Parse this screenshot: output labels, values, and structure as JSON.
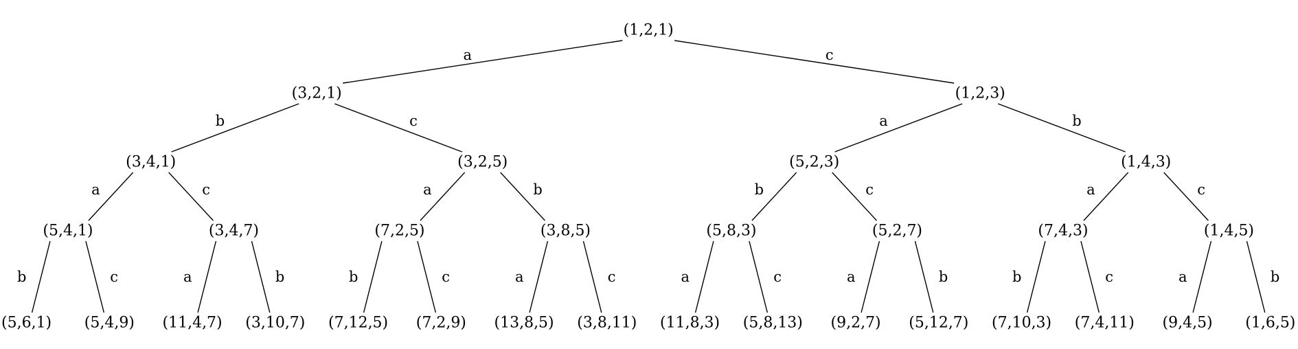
{
  "diagram": {
    "type": "binary-tree",
    "colors": {
      "line": "#000000",
      "text": "#000000",
      "background": "#ffffff"
    },
    "root": {
      "label": "(1,2,1)",
      "children": [
        {
          "edge": "a",
          "label": "(3,2,1)",
          "children": [
            {
              "edge": "b",
              "label": "(3,4,1)",
              "children": [
                {
                  "edge": "a",
                  "label": "(5,4,1)",
                  "children": [
                    {
                      "edge": "b",
                      "label": "(5,6,1)"
                    },
                    {
                      "edge": "c",
                      "label": "(5,4,9)"
                    }
                  ]
                },
                {
                  "edge": "c",
                  "label": "(3,4,7)",
                  "children": [
                    {
                      "edge": "a",
                      "label": "(11,4,7)"
                    },
                    {
                      "edge": "b",
                      "label": "(3,10,7)"
                    }
                  ]
                }
              ]
            },
            {
              "edge": "c",
              "label": "(3,2,5)",
              "children": [
                {
                  "edge": "a",
                  "label": "(7,2,5)",
                  "children": [
                    {
                      "edge": "b",
                      "label": "(7,12,5)"
                    },
                    {
                      "edge": "c",
                      "label": "(7,2,9)"
                    }
                  ]
                },
                {
                  "edge": "b",
                  "label": "(3,8,5)",
                  "children": [
                    {
                      "edge": "a",
                      "label": "(13,8,5)"
                    },
                    {
                      "edge": "c",
                      "label": "(3,8,11)"
                    }
                  ]
                }
              ]
            }
          ]
        },
        {
          "edge": "c",
          "label": "(1,2,3)",
          "children": [
            {
              "edge": "a",
              "label": "(5,2,3)",
              "children": [
                {
                  "edge": "b",
                  "label": "(5,8,3)",
                  "children": [
                    {
                      "edge": "a",
                      "label": "(11,8,3)"
                    },
                    {
                      "edge": "c",
                      "label": "(5,8,13)"
                    }
                  ]
                },
                {
                  "edge": "c",
                  "label": "(5,2,7)",
                  "children": [
                    {
                      "edge": "a",
                      "label": "(9,2,7)"
                    },
                    {
                      "edge": "b",
                      "label": "(5,12,7)"
                    }
                  ]
                }
              ]
            },
            {
              "edge": "b",
              "label": "(1,4,3)",
              "children": [
                {
                  "edge": "a",
                  "label": "(7,4,3)",
                  "children": [
                    {
                      "edge": "b",
                      "label": "(7,10,3)"
                    },
                    {
                      "edge": "c",
                      "label": "(7,4,11)"
                    }
                  ]
                },
                {
                  "edge": "c",
                  "label": "(1,4,5)",
                  "children": [
                    {
                      "edge": "a",
                      "label": "(9,4,5)"
                    },
                    {
                      "edge": "b",
                      "label": "(1,6,5)"
                    }
                  ]
                }
              ]
            }
          ]
        }
      ]
    }
  }
}
